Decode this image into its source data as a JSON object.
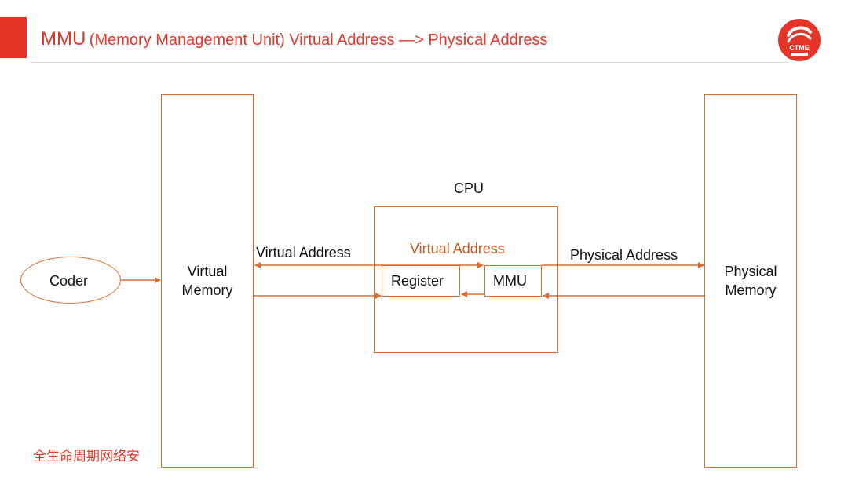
{
  "header": {
    "title_main": "MMU",
    "title_rest": "(Memory Management Unit) Virtual Address —> Physical Address",
    "logo_text": "CTME"
  },
  "diagram": {
    "coder": "Coder",
    "virtual_memory": "Virtual Memory",
    "physical_memory": "Physical Memory",
    "cpu": "CPU",
    "register": "Register",
    "mmu": "MMU",
    "edge_virtual_address_left": "Virtual Address",
    "edge_virtual_address_cpu": "Virtual Address",
    "edge_physical_address": "Physical Address"
  },
  "footer": {
    "text": "全生命周期网络安"
  },
  "colors": {
    "accent": "#e53528",
    "line": "#e06a2c",
    "label_orange": "#c65a1e"
  }
}
